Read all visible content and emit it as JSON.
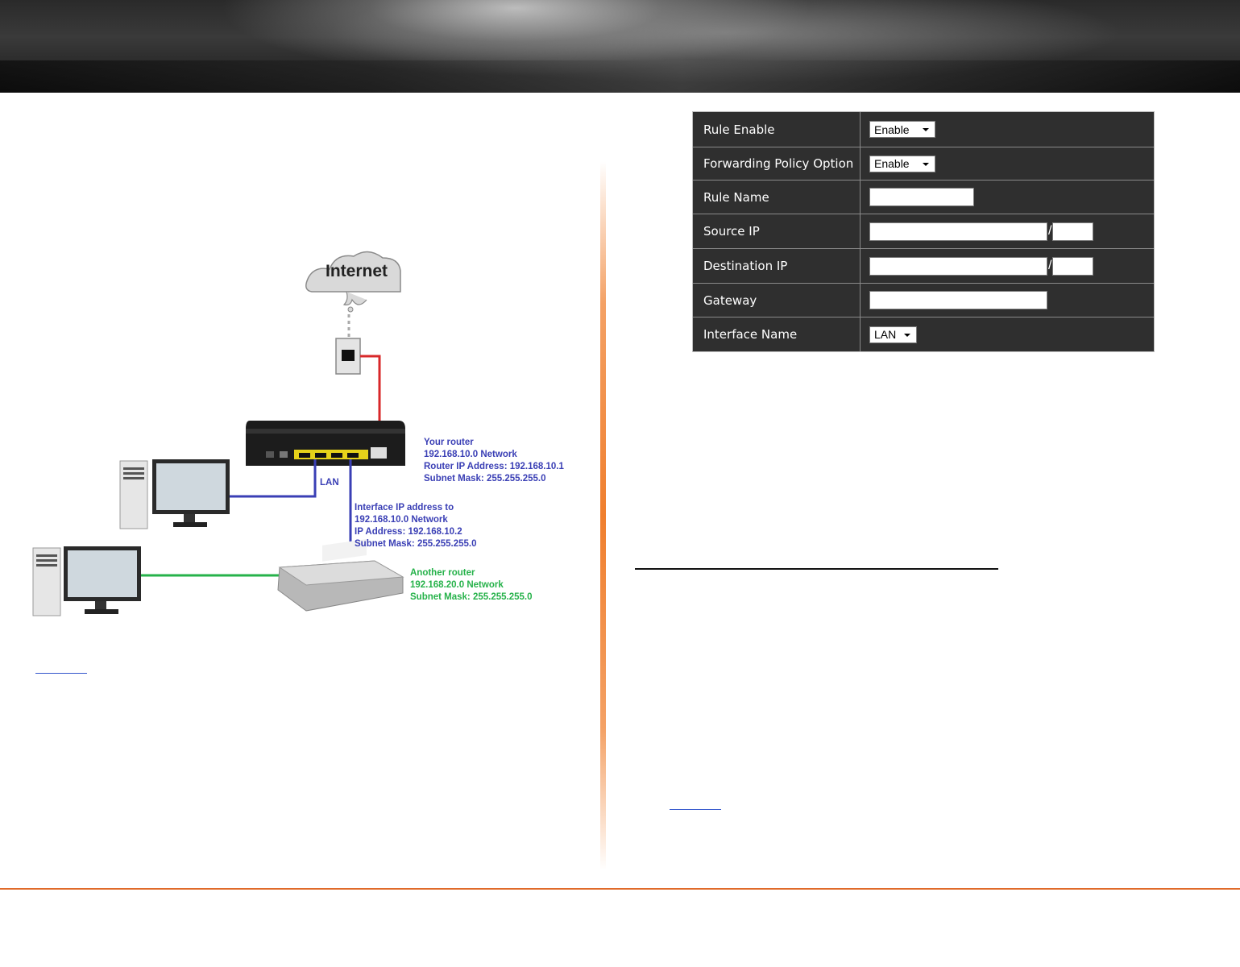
{
  "diagram": {
    "cloud_label": "Internet",
    "lan_label": "LAN",
    "your_router": [
      "Your router",
      "192.168.10.0 Network",
      "Router IP Address: 192.168.10.1",
      "Subnet Mask: 255.255.255.0"
    ],
    "interface": [
      "Interface IP address to",
      "192.168.10.0 Network",
      "IP Address: 192.168.10.2",
      "Subnet Mask: 255.255.255.0"
    ],
    "another_router": [
      "Another router",
      "192.168.20.0 Network",
      "Subnet Mask: 255.255.255.0"
    ]
  },
  "form": {
    "rule_enable": {
      "label": "Rule Enable",
      "value": "Enable"
    },
    "forwarding_policy": {
      "label": "Forwarding Policy Option",
      "value": "Enable"
    },
    "rule_name": {
      "label": "Rule Name",
      "value": ""
    },
    "source_ip": {
      "label": "Source IP",
      "value": "",
      "mask": ""
    },
    "destination_ip": {
      "label": "Destination IP",
      "value": "",
      "mask": ""
    },
    "gateway": {
      "label": "Gateway",
      "value": ""
    },
    "interface_name": {
      "label": "Interface Name",
      "value": "LAN"
    }
  },
  "colors": {
    "accent": "#f07f2e",
    "table_bg": "#2f2f2f",
    "wan_cable": "#d8282a",
    "lan_cable": "#3a3fb5",
    "green_cable": "#26b24a"
  }
}
